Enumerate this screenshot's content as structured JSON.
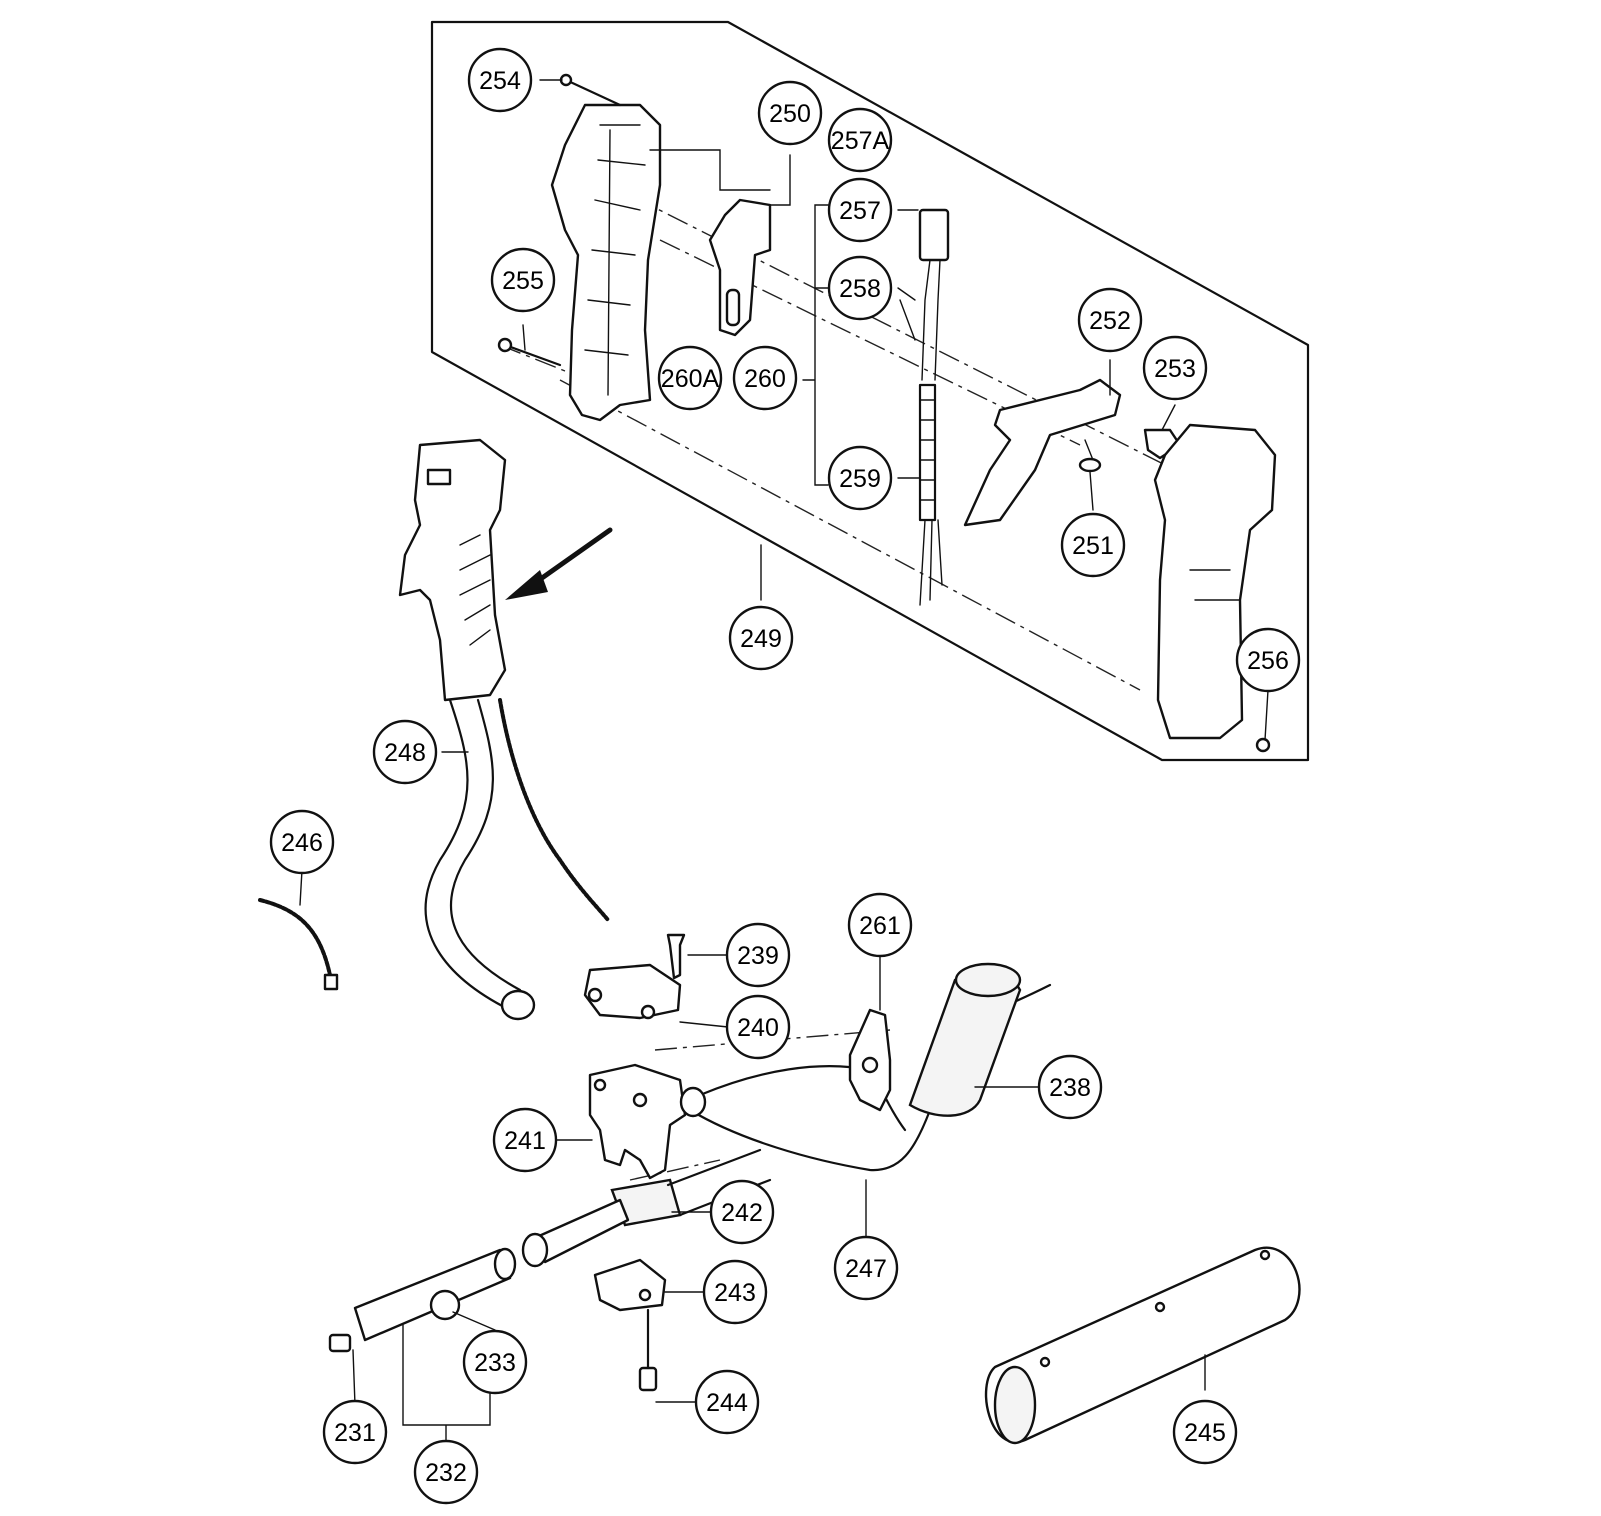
{
  "callouts": [
    {
      "id": "254",
      "label": "254"
    },
    {
      "id": "250",
      "label": "250"
    },
    {
      "id": "257A",
      "label": "257A"
    },
    {
      "id": "257",
      "label": "257"
    },
    {
      "id": "258",
      "label": "258"
    },
    {
      "id": "255",
      "label": "255"
    },
    {
      "id": "252",
      "label": "252"
    },
    {
      "id": "253",
      "label": "253"
    },
    {
      "id": "260A",
      "label": "260A"
    },
    {
      "id": "260",
      "label": "260"
    },
    {
      "id": "259",
      "label": "259"
    },
    {
      "id": "251",
      "label": "251"
    },
    {
      "id": "249",
      "label": "249"
    },
    {
      "id": "256",
      "label": "256"
    },
    {
      "id": "248",
      "label": "248"
    },
    {
      "id": "246",
      "label": "246"
    },
    {
      "id": "261",
      "label": "261"
    },
    {
      "id": "239",
      "label": "239"
    },
    {
      "id": "240",
      "label": "240"
    },
    {
      "id": "238",
      "label": "238"
    },
    {
      "id": "241",
      "label": "241"
    },
    {
      "id": "242",
      "label": "242"
    },
    {
      "id": "247",
      "label": "247"
    },
    {
      "id": "243",
      "label": "243"
    },
    {
      "id": "233",
      "label": "233"
    },
    {
      "id": "244",
      "label": "244"
    },
    {
      "id": "245",
      "label": "245"
    },
    {
      "id": "231",
      "label": "231"
    },
    {
      "id": "232",
      "label": "232"
    }
  ]
}
